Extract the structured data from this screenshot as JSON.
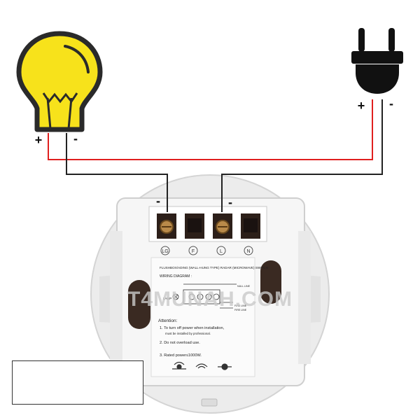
{
  "labels": {
    "bulb_plus": "+",
    "bulb_minus": "-",
    "plug_plus": "+",
    "plug_minus": "-",
    "terminal1_minus": "-",
    "terminal3_minus": "-"
  },
  "device": {
    "terminals": [
      "LG",
      "F",
      "L",
      "N"
    ],
    "title_line": "FLUSHBOX/ADING (WALL-HUNG TYPE) RADAR (MICROWAVE) SWITCH",
    "wiring_label": "WIRING DIAGRAM :",
    "lamp_label": "LAMP",
    "null_line": "NULL LINE",
    "fire_line_1": "FIRE LINE",
    "fire_line_2": "FIRE LINE",
    "attention": "Attention:",
    "note_1a": "1. To turn off power when installation,",
    "note_1b": "must be installed by professional.",
    "note_2": "2. Do not overload use.",
    "note_3": "3. Rated power≤1000W."
  },
  "watermark": "T4MUNAH.COM",
  "colors": {
    "positive_wire": "#e0201f",
    "negative_wire": "#222222",
    "bulb_fill": "#f7e21b",
    "plug_fill": "#111111"
  }
}
